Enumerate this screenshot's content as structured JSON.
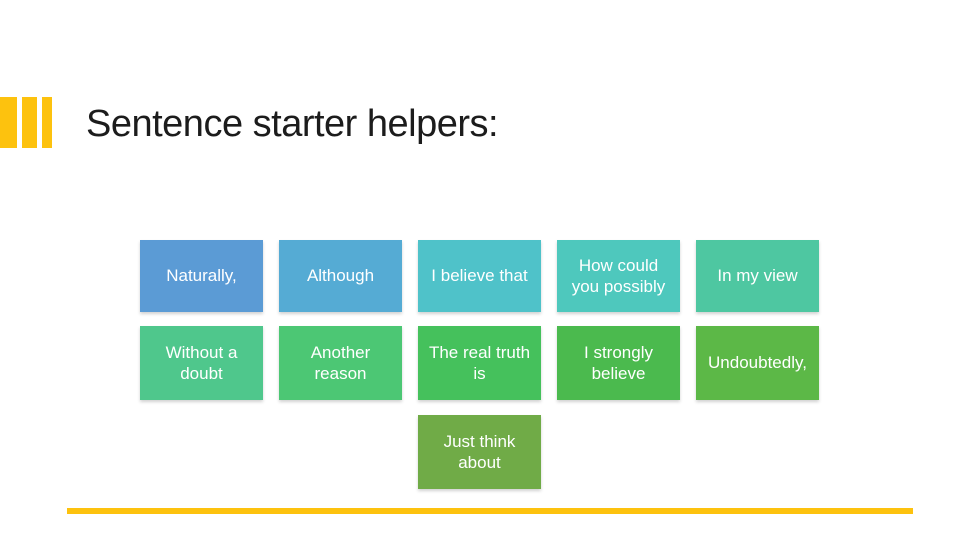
{
  "theme": {
    "accent": "#FDC20E",
    "box_text_color": "#FFFFFF",
    "title_color": "#1C1C1C",
    "background": "#FFFFFF"
  },
  "slide": {
    "title": "Sentence starter helpers:"
  },
  "grid": {
    "rows": [
      [
        {
          "label": "Naturally,",
          "color": "#5B9BD5"
        },
        {
          "label": "Although",
          "color": "#55ABD4"
        },
        {
          "label": "I believe that",
          "color": "#4FC2C9"
        },
        {
          "label": "How could you possibly",
          "color": "#4EC8BD"
        },
        {
          "label": "In my view",
          "color": "#4EC7A1"
        }
      ],
      [
        {
          "label": "Without a doubt",
          "color": "#4FC78C"
        },
        {
          "label": "Another reason",
          "color": "#4CC774"
        },
        {
          "label": "The real truth is",
          "color": "#45C15C"
        },
        {
          "label": "I strongly believe",
          "color": "#4BBA4E"
        },
        {
          "label": "Undoubtedly,",
          "color": "#5CB847"
        }
      ]
    ],
    "extra": {
      "label": "Just think about",
      "color": "#70AB47"
    }
  }
}
